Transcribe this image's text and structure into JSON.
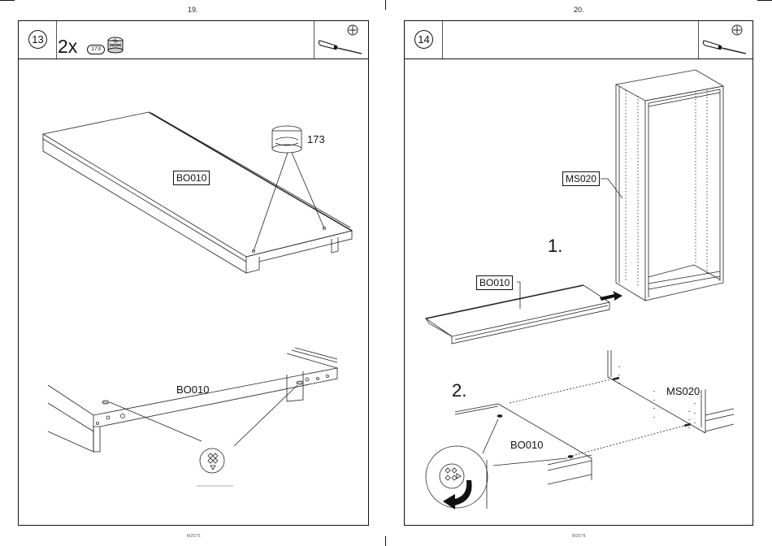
{
  "pages": [
    {
      "page_number": "19.",
      "footer_code": "M2576",
      "step": {
        "number": "13",
        "quantity": "2x",
        "part_ref": "173",
        "tool": "phillips-screwdriver"
      },
      "diagram_top": {
        "panel_label": "BO010",
        "part_callout": "173"
      },
      "diagram_bottom": {
        "panel_label": "BO010"
      }
    },
    {
      "page_number": "20.",
      "footer_code": "M2576",
      "step": {
        "number": "14",
        "tool": "phillips-screwdriver"
      },
      "diagram_top": {
        "substep": "1.",
        "cabinet_label": "MS020",
        "panel_label": "BO010"
      },
      "diagram_bottom": {
        "substep": "2.",
        "cabinet_label": "MS020",
        "panel_label": "BO010"
      }
    }
  ],
  "colors": {
    "ink": "#111111",
    "paper": "#ffffff"
  }
}
